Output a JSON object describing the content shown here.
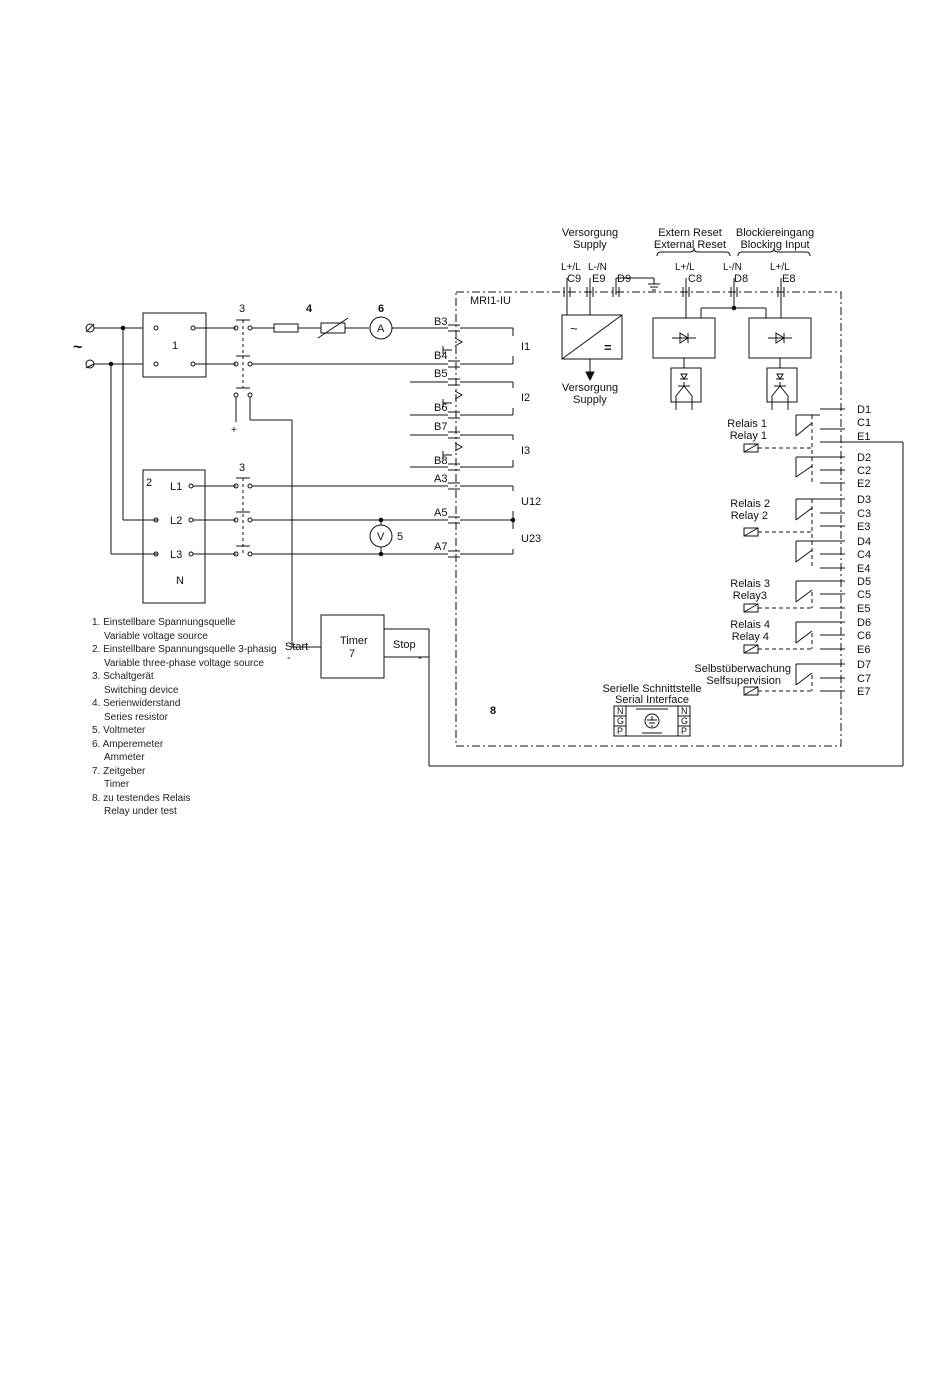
{
  "device": {
    "name": "MRI1-IU",
    "number8": "8"
  },
  "supply": {
    "title_de": "Versorgung",
    "title_en": "Supply",
    "pos": "L+/L",
    "neg": "L-/N",
    "term_c9": "C9",
    "term_e9": "E9",
    "term_d9": "D9",
    "out_de": "Versorgung",
    "out_en": "Supply",
    "sym_ac": "~",
    "sym_dc": "="
  },
  "reset": {
    "title_de": "Extern Reset",
    "title_en": "External Reset",
    "pos": "L+/L",
    "term": "C8"
  },
  "blocking": {
    "title_de": "Blockiereingang",
    "title_en": "Blocking Input",
    "common_label": "L-/N",
    "common_term": "D8",
    "pos": "L+/L",
    "term": "E8"
  },
  "components": {
    "n1": "1",
    "n2": "2",
    "n3a": "3",
    "n3b": "3",
    "n4": "4",
    "n5": "5",
    "n6": "6",
    "ammeter": "A",
    "voltmeter": "V",
    "ac_symbol": "~",
    "plus": "+",
    "L1": "L1",
    "L2": "L2",
    "L3": "L3",
    "N": "N"
  },
  "timer": {
    "title": "Timer",
    "number": "7",
    "start": "Start",
    "stop": "Stop",
    "minus_start": "-",
    "minus_stop": "-"
  },
  "inputs": {
    "B3": "B3",
    "B4": "B4",
    "B5": "B5",
    "B6": "B6",
    "B7": "B7",
    "B8": "B8",
    "A3": "A3",
    "A5": "A5",
    "A7": "A7",
    "I1": "I1",
    "I2": "I2",
    "I3": "I3",
    "U12": "U12",
    "U23": "U23"
  },
  "relays": [
    {
      "de": "Relais 1",
      "en": "Relay 1",
      "terms": [
        "D1",
        "C1",
        "E1"
      ]
    },
    {
      "de": "",
      "en": "",
      "terms": [
        "D2",
        "C2",
        "E2"
      ]
    },
    {
      "de": "Relais 2",
      "en": "Relay 2",
      "terms": [
        "D3",
        "C3",
        "E3"
      ]
    },
    {
      "de": "",
      "en": "",
      "terms": [
        "D4",
        "C4",
        "E4"
      ]
    },
    {
      "de": "Relais 3",
      "en": "Relay3",
      "terms": [
        "D5",
        "C5",
        "E5"
      ]
    },
    {
      "de": "Relais 4",
      "en": "Relay 4",
      "terms": [
        "D6",
        "C6",
        "E6"
      ]
    },
    {
      "de": "Selbstüberwachung",
      "en": "Selfsupervision",
      "terms": [
        "D7",
        "C7",
        "E7"
      ]
    }
  ],
  "serial": {
    "title_de": "Serielle Schnittstelle",
    "title_en": "Serial Interface",
    "left": [
      "N",
      "G",
      "P"
    ],
    "right": [
      "N",
      "G",
      "P"
    ]
  },
  "legend": [
    {
      "de": "1. Einstellbare Spannungsquelle",
      "en": "Variable voltage source"
    },
    {
      "de": "2. Einstellbare Spannungsquelle 3-phasig",
      "en": "Variable three-phase voltage source"
    },
    {
      "de": "3. Schaltgerät",
      "en": "Switching device"
    },
    {
      "de": "4. Serienwiderstand",
      "en": "Series resistor"
    },
    {
      "de": "5. Voltmeter",
      "en": ""
    },
    {
      "de": "6. Amperemeter",
      "en": "Ammeter"
    },
    {
      "de": "7. Zeitgeber",
      "en": "Timer"
    },
    {
      "de": "8. zu testendes Relais",
      "en": "Relay under test"
    }
  ]
}
